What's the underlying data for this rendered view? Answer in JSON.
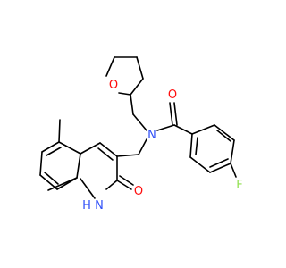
{
  "atoms": {
    "o_ring": {
      "label": "O",
      "color": "#ff0d0d"
    },
    "o_amide": {
      "label": "O",
      "color": "#ff0d0d"
    },
    "n_amide": {
      "label": "N",
      "color": "#3050f8"
    },
    "f": {
      "label": "F",
      "color": "#90e050"
    },
    "o_quin": {
      "label": "O",
      "color": "#ff0d0d"
    },
    "nh": {
      "label": "H",
      "color": "#3050f8"
    },
    "n_quin": {
      "label": "N",
      "color": "#3050f8"
    }
  }
}
